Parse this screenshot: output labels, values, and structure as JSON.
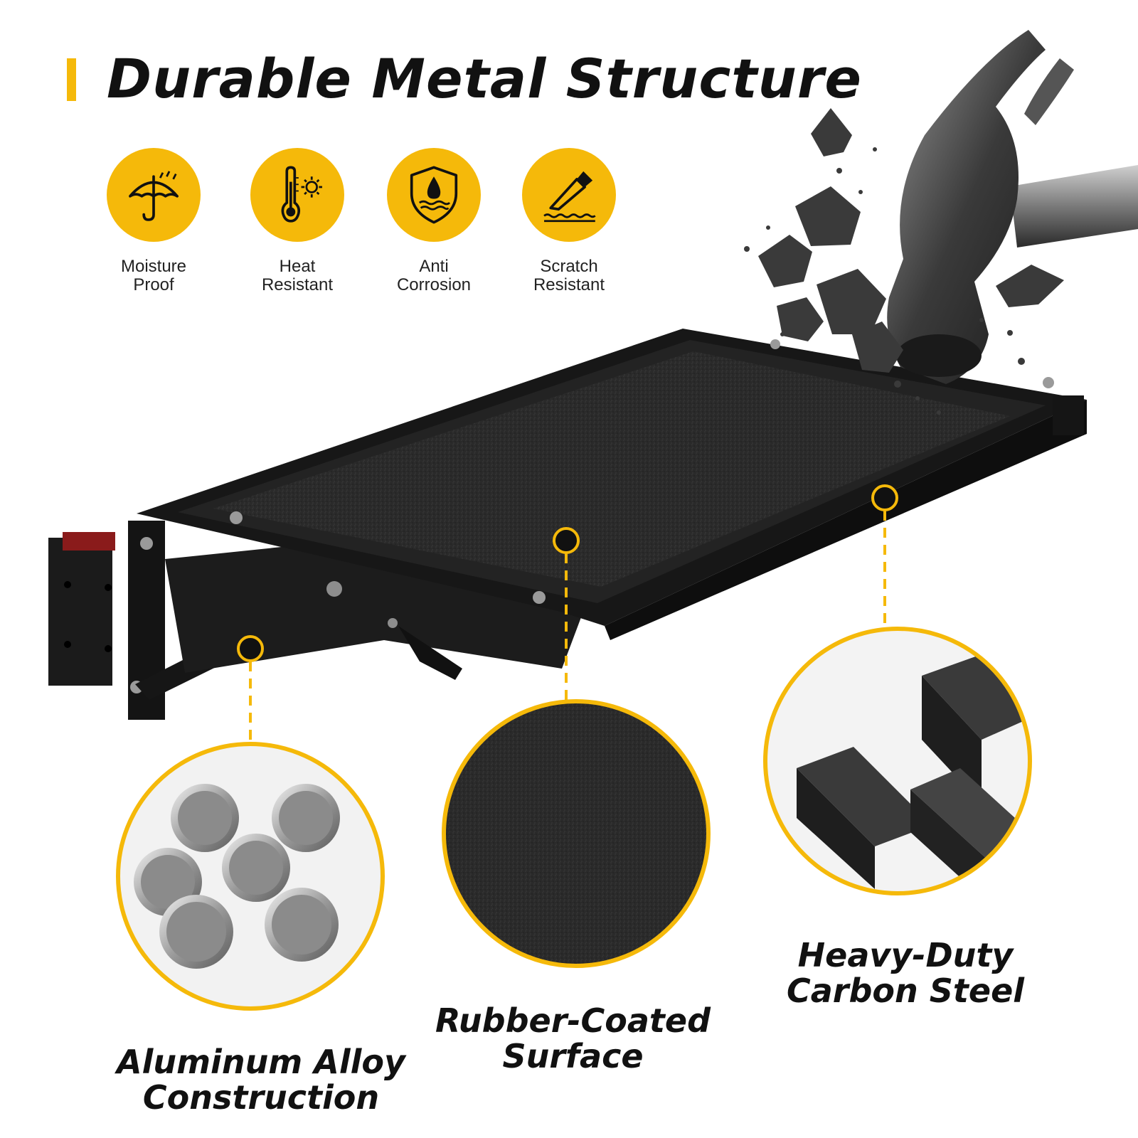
{
  "title": "Durable Metal Structure",
  "accent_color": "#f5b90a",
  "features": [
    {
      "icon": "umbrella-icon",
      "line1": "Moisture",
      "line2": "Proof"
    },
    {
      "icon": "thermometer-icon",
      "line1": "Heat",
      "line2": "Resistant"
    },
    {
      "icon": "shield-drop-icon",
      "line1": "Anti",
      "line2": "Corrosion"
    },
    {
      "icon": "blade-icon",
      "line1": "Scratch",
      "line2": "Resistant"
    }
  ],
  "callouts": [
    {
      "line1": "Aluminum Alloy",
      "line2": "Construction"
    },
    {
      "line1": "Rubber-Coated",
      "line2": "Surface"
    },
    {
      "line1": "Heavy-Duty",
      "line2": "Carbon Steel"
    }
  ]
}
